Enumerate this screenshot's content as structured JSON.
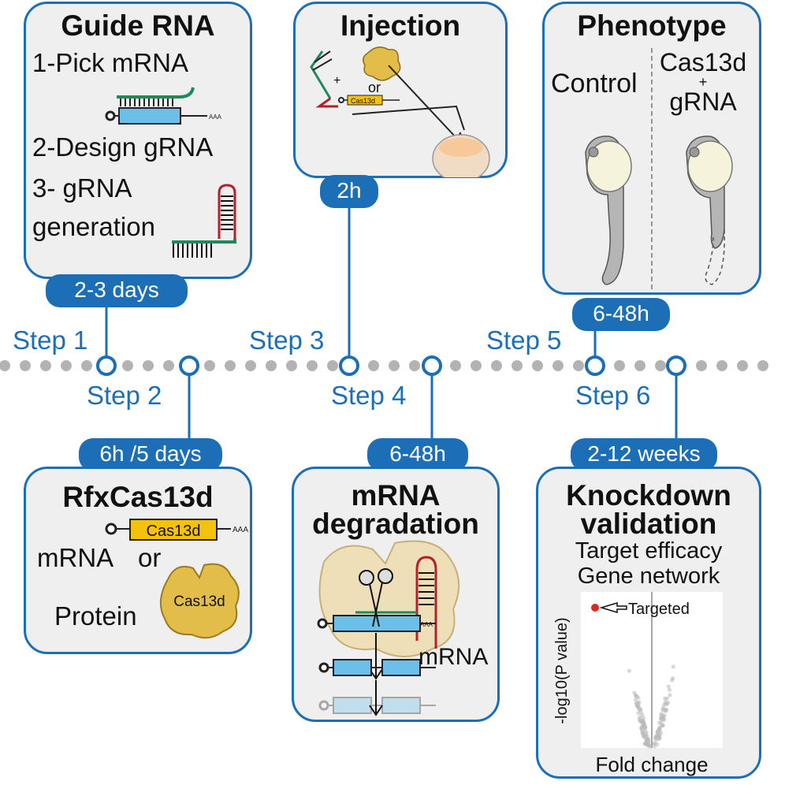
{
  "cards": {
    "guide_rna": {
      "title": "Guide RNA",
      "lines": [
        "1-Pick mRNA",
        "2-Design gRNA",
        "3- gRNA",
        "generation"
      ],
      "duration": "2-3 days"
    },
    "injection": {
      "title": "Injection",
      "or_label": "or",
      "cas_label": "Cas13d",
      "plus_label": "+",
      "duration": "2h"
    },
    "phenotype": {
      "title": "Phenotype",
      "control_label": "Control",
      "treated_lines": [
        "Cas13d",
        "+",
        "gRNA"
      ],
      "duration": "6-48h"
    },
    "rfxcas13d": {
      "title": "RfxCas13d",
      "mrna_label": "mRNA",
      "or_label": "or",
      "protein_label": "Protein",
      "cas_label": "Cas13d",
      "protein_cas_label": "Cas13d",
      "aaa_label": "AAA",
      "duration": "6h /5 days"
    },
    "mrna_degradation": {
      "title_lines": [
        "mRNA",
        "degradation"
      ],
      "mrna_label": "mRNA",
      "aaa_label": "AAA",
      "duration": "6-48h"
    },
    "knockdown": {
      "title_lines": [
        "Knockdown",
        "validation"
      ],
      "lines": [
        "Target efficacy",
        "Gene network"
      ],
      "duration": "2-12 weeks"
    }
  },
  "steps": [
    "Step 1",
    "Step 2",
    "Step 3",
    "Step 4",
    "Step 5",
    "Step 6"
  ],
  "chart_data": {
    "type": "scatter",
    "title": "",
    "xlabel": "Fold change",
    "ylabel": "-log10(P value)",
    "annotations": [
      {
        "text": "Targeted"
      }
    ],
    "highlight_color": "#e0251f",
    "point_color": "#b9b9b9"
  },
  "colors": {
    "accent": "#1c6fb7",
    "card_bg": "#efeff0",
    "cas13d_yellow": "#f4c20d",
    "protein_yellow": "#e3bd4a",
    "mrna_blue": "#6cbfe8",
    "grna_red": "#b4202a",
    "grna_green": "#1e8a5c"
  }
}
